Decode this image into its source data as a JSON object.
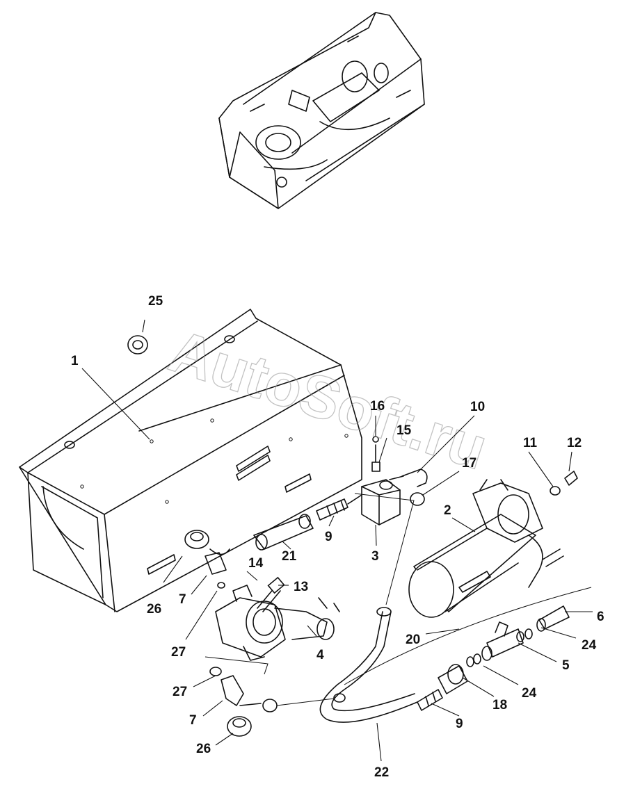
{
  "watermark": "AutoSoft.ru",
  "callouts": [
    {
      "id": "c25",
      "label": "25"
    },
    {
      "id": "c1",
      "label": "1"
    },
    {
      "id": "c16",
      "label": "16"
    },
    {
      "id": "c15",
      "label": "15"
    },
    {
      "id": "c10",
      "label": "10"
    },
    {
      "id": "c11",
      "label": "11"
    },
    {
      "id": "c12",
      "label": "12"
    },
    {
      "id": "c17",
      "label": "17"
    },
    {
      "id": "c2",
      "label": "2"
    },
    {
      "id": "c9a",
      "label": "9"
    },
    {
      "id": "c3",
      "label": "3"
    },
    {
      "id": "c21",
      "label": "21"
    },
    {
      "id": "c14",
      "label": "14"
    },
    {
      "id": "c13",
      "label": "13"
    },
    {
      "id": "c26a",
      "label": "26"
    },
    {
      "id": "c7a",
      "label": "7"
    },
    {
      "id": "c27a",
      "label": "27"
    },
    {
      "id": "c4",
      "label": "4"
    },
    {
      "id": "c6",
      "label": "6"
    },
    {
      "id": "c24a",
      "label": "24"
    },
    {
      "id": "c20",
      "label": "20"
    },
    {
      "id": "c5",
      "label": "5"
    },
    {
      "id": "c24b",
      "label": "24"
    },
    {
      "id": "c27b",
      "label": "27"
    },
    {
      "id": "c7b",
      "label": "7"
    },
    {
      "id": "c18",
      "label": "18"
    },
    {
      "id": "c9b",
      "label": "9"
    },
    {
      "id": "c26b",
      "label": "26"
    },
    {
      "id": "c22",
      "label": "22"
    }
  ]
}
